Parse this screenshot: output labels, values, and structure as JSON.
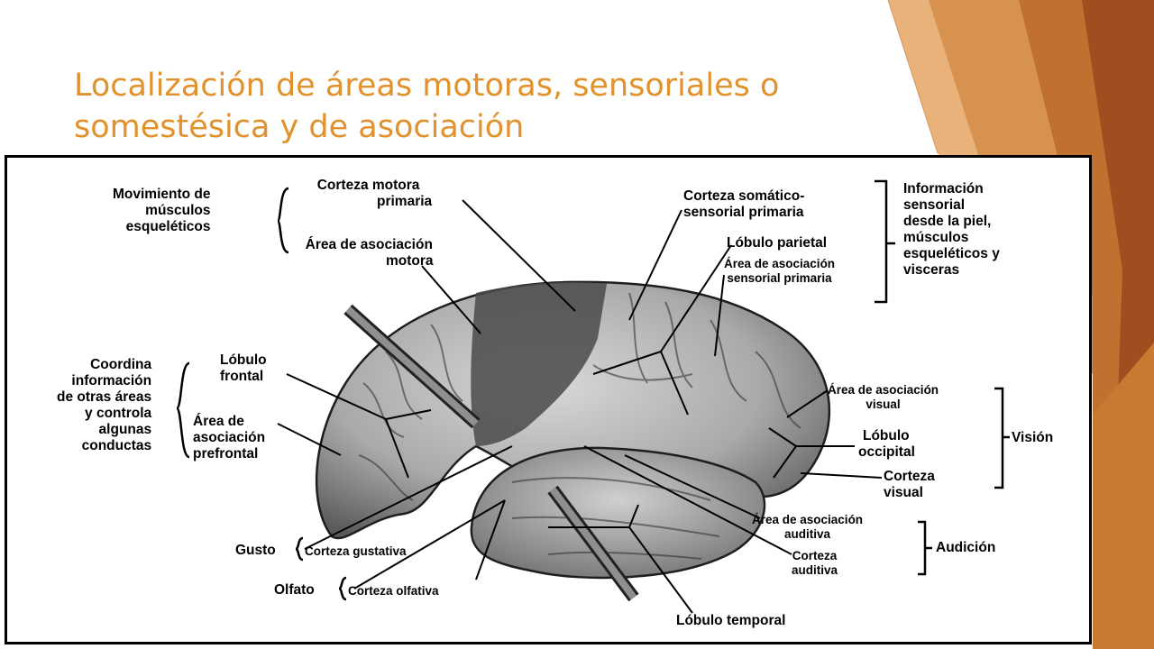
{
  "slide": {
    "title_line1": "Localización de áreas motoras, sensoriales o",
    "title_line2": "somestésica y de asociación"
  },
  "colors": {
    "title": "#e1922c",
    "accent_dark": "#a0531f",
    "accent_mid": "#c87a33",
    "accent_light": "#e8b27a"
  },
  "diagram": {
    "left_groups": {
      "movimiento": [
        "Movimiento de",
        "músculos",
        "esqueléticos"
      ],
      "coordina": [
        "Coordina",
        "información",
        "de otras áreas",
        "y controla",
        "algunas",
        "conductas"
      ]
    },
    "labels": {
      "corteza_motora": [
        "Corteza motora",
        "primaria"
      ],
      "area_asoc_motora": [
        "Área de asociación",
        "motora"
      ],
      "lobulo_frontal": [
        "Lóbulo",
        "frontal"
      ],
      "area_prefrontal": [
        "Área de",
        "asociación",
        "prefrontal"
      ],
      "gusto": "Gusto",
      "corteza_gustativa": "Corteza gustativa",
      "olfato": "Olfato",
      "corteza_olfativa": "Corteza olfativa",
      "corteza_somatica": [
        "Corteza somático-",
        "sensorial primaria"
      ],
      "lobulo_parietal": "Lóbulo parietal",
      "area_asoc_sensorial": [
        "Área de asociación",
        "sensorial primaria"
      ],
      "area_asoc_visual": [
        "Área de asociación",
        "visual"
      ],
      "lobulo_occipital": [
        "Lóbulo",
        "occipital"
      ],
      "corteza_visual": [
        "Corteza",
        "visual"
      ],
      "area_asoc_auditiva": [
        "Área de asociación",
        "auditiva"
      ],
      "corteza_auditiva": [
        "Corteza",
        "auditiva"
      ],
      "lobulo_temporal": "Lóbulo temporal"
    },
    "right_groups": {
      "informacion": [
        "Información",
        "sensorial",
        "desde la piel,",
        "músculos",
        "esqueléticos y",
        "visceras"
      ],
      "vision": "Visión",
      "audicion": "Audición"
    }
  }
}
